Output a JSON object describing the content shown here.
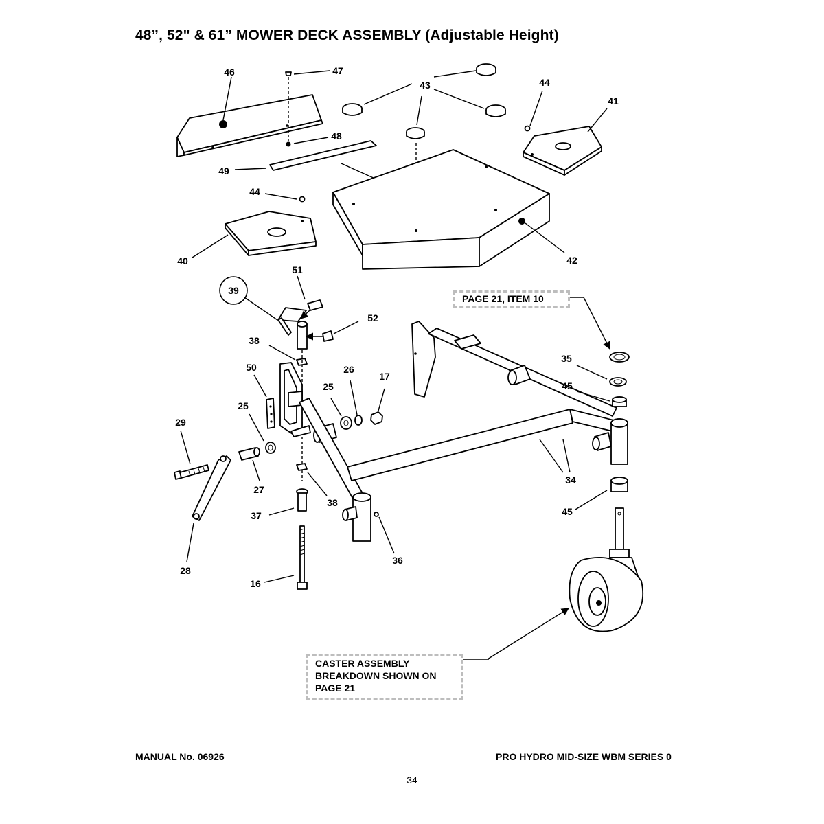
{
  "title": "48”, 52\" & 61” MOWER DECK ASSEMBLY (Adjustable Height)",
  "callouts": {
    "page21_item10": "PAGE 21, ITEM 10",
    "caster_line1": "CASTER ASSEMBLY",
    "caster_line2": "BREAKDOWN SHOWN ON",
    "caster_line3": "PAGE 21"
  },
  "part_labels": {
    "p46": "46",
    "p47": "47",
    "p43": "43",
    "p44a": "44",
    "p41": "41",
    "p48": "48",
    "p49": "49",
    "p44b": "44",
    "p40": "40",
    "p42": "42",
    "p51": "51",
    "p39": "39",
    "p52": "52",
    "p38a": "38",
    "p50": "50",
    "p26": "26",
    "p17": "17",
    "p25a": "25",
    "p25b": "25",
    "p29": "29",
    "p27": "27",
    "p38b": "38",
    "p37": "37",
    "p28": "28",
    "p16": "16",
    "p36": "36",
    "p35": "35",
    "p45a": "45",
    "p34": "34",
    "p45b": "45"
  },
  "footer": {
    "manual": "MANUAL No. 06926",
    "series": "PRO HYDRO MID-SIZE WBM SERIES 0",
    "page": "34"
  }
}
